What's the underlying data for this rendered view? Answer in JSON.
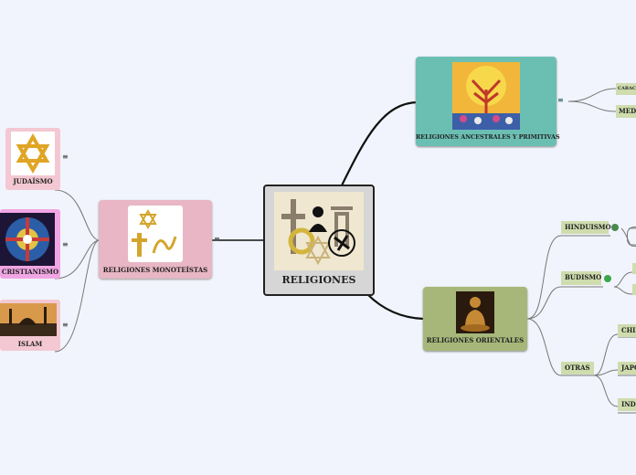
{
  "central": {
    "label": "RELIGIONES"
  },
  "branches": {
    "monoteistas": {
      "label": "RELIGIONES MONOTEÍSTAS",
      "children": [
        {
          "label": "JUDAÍSMO"
        },
        {
          "label": "CRISTIANISMO"
        },
        {
          "label": "ISLAM"
        }
      ]
    },
    "ancestrales": {
      "label": "RELIGIONES ANCESTRALES Y PRIMITIVAS",
      "children": [
        {
          "label": "CARACTE"
        },
        {
          "label": "MEDI"
        }
      ]
    },
    "orientales": {
      "label": "RELIGIONES ORIENTALES",
      "children": [
        {
          "label": "HINDUISMO"
        },
        {
          "label": "BUDISMO"
        },
        {
          "label": "OTRAS"
        }
      ],
      "otras_children": [
        {
          "label": "CHINA"
        },
        {
          "label": "JAPÓN"
        },
        {
          "label": "INDIA"
        }
      ]
    }
  },
  "icons": {
    "notes": "≡",
    "globe": "globe-icon"
  },
  "colors": {
    "background": "#f1f4fc",
    "central_fill": "#d6d6d6",
    "monoteistas_fill": "#e8b6c4",
    "ancestrales_fill": "#6bbfb2",
    "orientales_fill": "#a7b77a",
    "tag_green": "#cfdcae",
    "line": "#111111"
  }
}
